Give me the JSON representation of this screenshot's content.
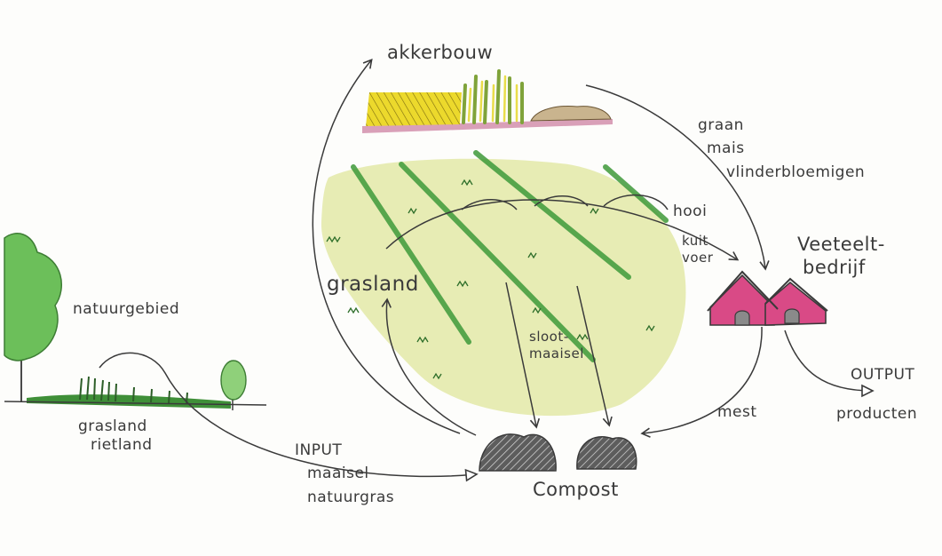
{
  "labels": {
    "akkerbouw": "akkerbouw",
    "crops": [
      "graan",
      "mais",
      "vlinderbloemigen"
    ],
    "hooi": "hooi",
    "kuitvoer": [
      "kuit",
      "voer"
    ],
    "veeteelt": [
      "Veeteelt-",
      "bedrijf"
    ],
    "grasland": "grasland",
    "natuurgebied": "natuurgebied",
    "grasland_rietland": [
      "grasland",
      "rietland"
    ],
    "slootmaaisel": [
      "sloot-",
      "maaisel"
    ],
    "input": [
      "INPUT",
      "maaisel",
      "natuurgras"
    ],
    "compost": "Compost",
    "mest": "mest",
    "output": "OUTPUT",
    "producten": "producten"
  },
  "icons": {
    "farm": "barn-icon",
    "trees": "tree-icon",
    "compost_heaps": "compost-heap-icon",
    "field": "crop-field-icon"
  },
  "colors": {
    "ink": "#3a3a3a",
    "grass_fill": "#e6ebb0",
    "grass_stripe": "#3f9a3a",
    "farm": "#d94a86",
    "crop_yellow": "#e6d530",
    "tree_green": "#6cbf5a"
  }
}
